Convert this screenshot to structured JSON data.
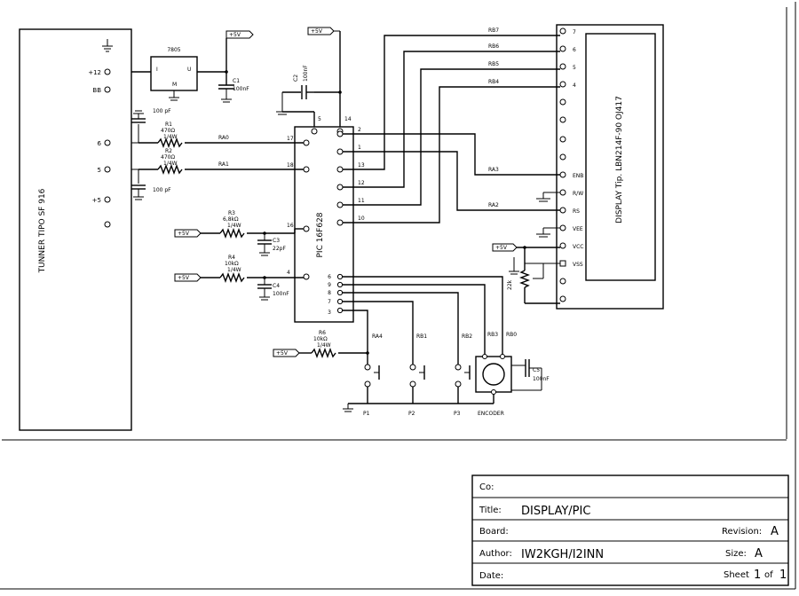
{
  "tuner": {
    "label": "TUNNER TIPO SF 916",
    "pins": [
      "+12",
      "BB",
      "6",
      "5",
      "+5"
    ]
  },
  "regulator": {
    "label": "7805",
    "pin_in": "I",
    "pin_out": "U",
    "pin_gnd": "M"
  },
  "supply_label": "+5V",
  "components": {
    "c1": {
      "ref": "C1",
      "value": "100nF"
    },
    "c2": {
      "ref": "C2",
      "value": "100nF"
    },
    "c3": {
      "ref": "C3",
      "value": "22pF"
    },
    "c4": {
      "ref": "C4",
      "value": "100nF"
    },
    "c5": {
      "ref": "C5",
      "value": "100nF"
    },
    "c_top": {
      "value": "100 pF"
    },
    "c_bot": {
      "value": "100 pF"
    },
    "r1": {
      "ref": "R1",
      "value": "470Ω",
      "power": "1/4W"
    },
    "r2": {
      "ref": "R2",
      "value": "470Ω",
      "power": "1/4W"
    },
    "r3": {
      "ref": "R3",
      "value": "6,8kΩ",
      "power": "1/4W"
    },
    "r4": {
      "ref": "R4",
      "value": "10kΩ",
      "power": "1/4W"
    },
    "r6": {
      "ref": "R6",
      "value": "10kΩ",
      "power": "1/4W"
    },
    "trimmer": {
      "value": "22k"
    }
  },
  "mcu": {
    "label": "PIC 16F628",
    "pins_top": [
      "5",
      "14"
    ],
    "pins_left": [
      "17",
      "18",
      "16",
      "4"
    ],
    "pins_right_a": [
      "2",
      "1",
      "13",
      "12",
      "11",
      "10"
    ],
    "pins_right_b": [
      "6",
      "9",
      "8",
      "7",
      "3"
    ]
  },
  "nets": {
    "ra0": "RA0",
    "ra1": "RA1",
    "ra2": "RA2",
    "ra3": "RA3",
    "ra4": "RA4",
    "rb0": "RB0",
    "rb1": "RB1",
    "rb2": "RB2",
    "rb3": "RB3",
    "rb4": "RB4",
    "rb5": "RB5",
    "rb6": "RB6",
    "rb7": "RB7"
  },
  "switches": [
    "P1",
    "P2",
    "P3"
  ],
  "encoder": "ENCODER",
  "display": {
    "label": "DISPLAY Tip. LBN214F-90 OJ417",
    "pins_data": [
      "7",
      "6",
      "5",
      "4"
    ],
    "pins_ctrl": [
      "ENB",
      "R/W",
      "RS",
      "VEE",
      "VCC",
      "VSS"
    ]
  },
  "title_block": {
    "co_label": "Co:",
    "co_value": "",
    "title_label": "Title:",
    "title_value": "DISPLAY/PIC",
    "board_label": "Board:",
    "board_value": "",
    "revision_label": "Revision:",
    "revision_value": "A",
    "author_label": "Author:",
    "author_value": "IW2KGH/I2INN",
    "size_label": "Size:",
    "size_value": "A",
    "date_label": "Date:",
    "date_value": "",
    "sheet_label": "Sheet",
    "sheet_num": "1",
    "sheet_of": "of",
    "sheet_total": "1"
  }
}
